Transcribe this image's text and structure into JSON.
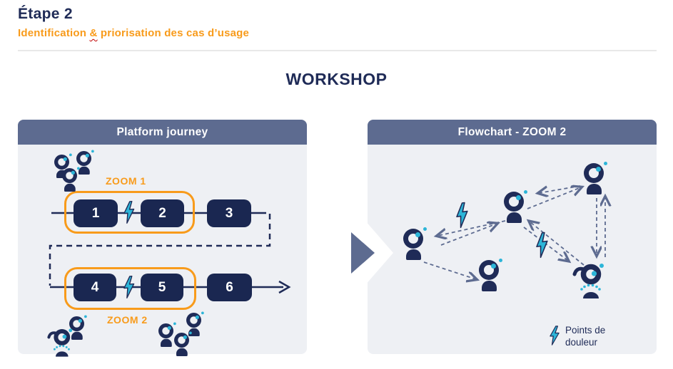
{
  "header": {
    "etape": "Étape 2",
    "subtitle_pre": "Identification ",
    "subtitle_amp": "&",
    "subtitle_post": " priorisation des cas d’usage"
  },
  "workshop_title": "WORKSHOP",
  "left_panel": {
    "title": "Platform journey",
    "zoom1_label": "ZOOM 1",
    "zoom2_label": "ZOOM 2",
    "steps": [
      "1",
      "2",
      "3",
      "4",
      "5",
      "6"
    ]
  },
  "right_panel": {
    "title": "Flowchart - ZOOM 2",
    "legend_label": "Points de douleur"
  },
  "icons": {
    "participant": "person-icon",
    "assistant": "robot-icon",
    "pain_point": "lightning-icon",
    "transition": "big-arrow-icon"
  },
  "colors": {
    "navy": "#1f2b57",
    "step_box": "#1a2751",
    "orange": "#f89b1b",
    "cyan": "#2cb5d8",
    "slate_header": "#5d6b90",
    "panel_bg": "#eef0f4"
  }
}
